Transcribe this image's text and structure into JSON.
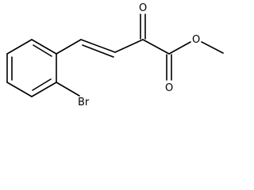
{
  "molecule": {
    "atoms": {
      "oxygen_ketone": "O",
      "oxygen_ester_carbonyl": "O",
      "oxygen_ester_ether": "O",
      "bromine": "Br"
    },
    "colors": {
      "bond": "#000000",
      "label": "#000000",
      "background": "#ffffff"
    }
  }
}
